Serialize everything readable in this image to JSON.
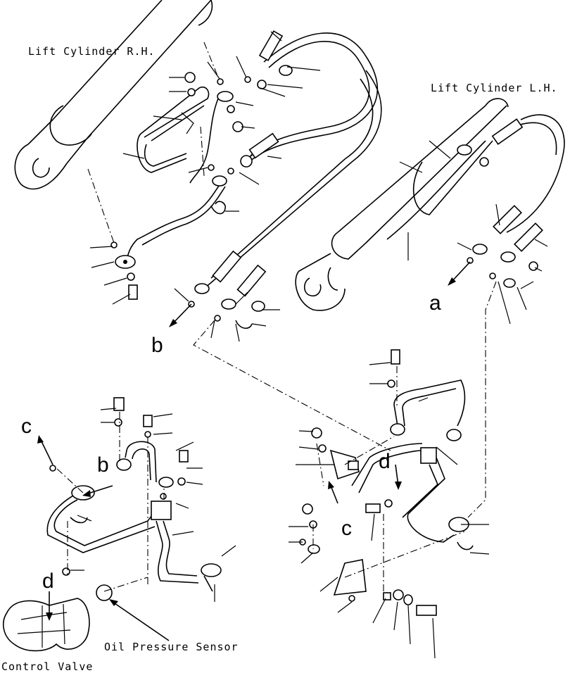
{
  "labels": {
    "lift_cyl_rh": "Lift Cylinder R.H.",
    "lift_cyl_lh": "Lift Cylinder L.H.",
    "oil_sensor": "Oil Pressure Sensor",
    "control_valve": "Control Valve"
  },
  "refs": {
    "a": "a",
    "b_top": "b",
    "b_mid": "b",
    "c_left": "c",
    "c_right": "c",
    "d_left": "d",
    "d_right": "d"
  }
}
